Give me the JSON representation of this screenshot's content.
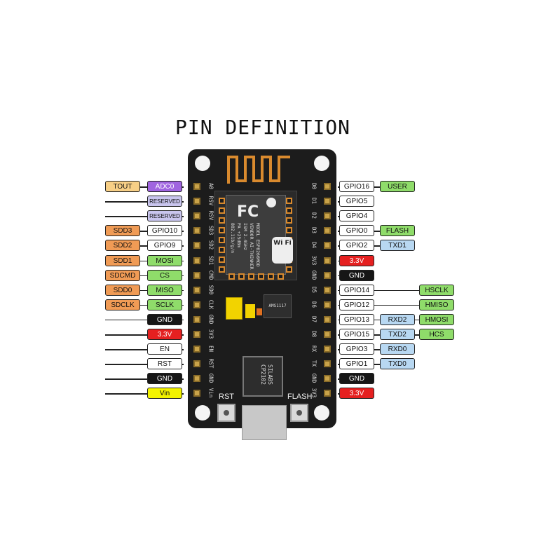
{
  "title": "PIN DEFINITION",
  "colors": {
    "purple": "#a064e0",
    "lavender": "#c9c5ee",
    "orange": "#f09b55",
    "light_orange": "#f7cf86",
    "green": "#8fdc6a",
    "white": "#ffffff",
    "black": "#161616",
    "red": "#e52020",
    "yellow": "#f3f300",
    "blue": "#b8d8f2"
  },
  "left_pins": [
    {
      "silk": "A0",
      "labels": [
        {
          "text": "ADC0",
          "color": "purple"
        }
      ],
      "outer": {
        "text": "TOUT",
        "color": "light_orange"
      }
    },
    {
      "silk": "RSV",
      "labels": [
        {
          "text": "RESERVED",
          "color": "lavender"
        }
      ]
    },
    {
      "silk": "RSV",
      "labels": [
        {
          "text": "RESERVED",
          "color": "lavender"
        }
      ]
    },
    {
      "silk": "SD3",
      "labels": [
        {
          "text": "GPIO10",
          "color": "white"
        }
      ],
      "outer": {
        "text": "SDD3",
        "color": "orange"
      }
    },
    {
      "silk": "SD2",
      "labels": [
        {
          "text": "GPIO9",
          "color": "white"
        }
      ],
      "outer": {
        "text": "SDD2",
        "color": "orange"
      }
    },
    {
      "silk": "SD1",
      "labels": [
        {
          "text": "MOSI",
          "color": "green"
        }
      ],
      "outer": {
        "text": "SDD1",
        "color": "orange"
      }
    },
    {
      "silk": "CMD",
      "labels": [
        {
          "text": "CS",
          "color": "green"
        }
      ],
      "outer": {
        "text": "SDCMD",
        "color": "orange"
      }
    },
    {
      "silk": "SD0",
      "labels": [
        {
          "text": "MISO",
          "color": "green"
        }
      ],
      "outer": {
        "text": "SDD0",
        "color": "orange"
      }
    },
    {
      "silk": "CLK",
      "labels": [
        {
          "text": "SCLK",
          "color": "green"
        }
      ],
      "outer": {
        "text": "SDCLK",
        "color": "orange"
      }
    },
    {
      "silk": "GND",
      "labels": [
        {
          "text": "GND",
          "color": "black"
        }
      ]
    },
    {
      "silk": "3V3",
      "labels": [
        {
          "text": "3.3V",
          "color": "red"
        }
      ]
    },
    {
      "silk": "EN",
      "labels": [
        {
          "text": "EN",
          "color": "white"
        }
      ]
    },
    {
      "silk": "RST",
      "labels": [
        {
          "text": "RST",
          "color": "white"
        }
      ]
    },
    {
      "silk": "GND",
      "labels": [
        {
          "text": "GND",
          "color": "black"
        }
      ]
    },
    {
      "silk": "Vin",
      "labels": [
        {
          "text": "Vin",
          "color": "yellow"
        }
      ]
    }
  ],
  "right_pins": [
    {
      "silk": "D0",
      "labels": [
        {
          "text": "GPIO16",
          "color": "white"
        },
        {
          "text": "USER",
          "color": "green"
        }
      ]
    },
    {
      "silk": "D1",
      "labels": [
        {
          "text": "GPIO5",
          "color": "white"
        }
      ]
    },
    {
      "silk": "D2",
      "labels": [
        {
          "text": "GPIO4",
          "color": "white"
        }
      ]
    },
    {
      "silk": "D3",
      "labels": [
        {
          "text": "GPIO0",
          "color": "white"
        },
        {
          "text": "FLASH",
          "color": "green"
        }
      ]
    },
    {
      "silk": "D4",
      "labels": [
        {
          "text": "GPIO2",
          "color": "white"
        },
        {
          "text": "TXD1",
          "color": "blue"
        }
      ]
    },
    {
      "silk": "3V3",
      "labels": [
        {
          "text": "3.3V",
          "color": "red"
        }
      ]
    },
    {
      "silk": "GND",
      "labels": [
        {
          "text": "GND",
          "color": "black"
        }
      ]
    },
    {
      "silk": "D5",
      "labels": [
        {
          "text": "GPIO14",
          "color": "white"
        }
      ],
      "outer": {
        "text": "HSCLK",
        "color": "green"
      }
    },
    {
      "silk": "D6",
      "labels": [
        {
          "text": "GPIO12",
          "color": "white"
        }
      ],
      "outer": {
        "text": "HMISO",
        "color": "green"
      }
    },
    {
      "silk": "D7",
      "labels": [
        {
          "text": "GPIO13",
          "color": "white"
        },
        {
          "text": "RXD2",
          "color": "blue"
        }
      ],
      "outer": {
        "text": "HMOSI",
        "color": "green"
      }
    },
    {
      "silk": "D8",
      "labels": [
        {
          "text": "GPIO15",
          "color": "white"
        },
        {
          "text": "TXD2",
          "color": "blue"
        }
      ],
      "outer": {
        "text": "HCS",
        "color": "green"
      }
    },
    {
      "silk": "RX",
      "labels": [
        {
          "text": "GPIO3",
          "color": "white"
        },
        {
          "text": "RXD0",
          "color": "blue"
        }
      ]
    },
    {
      "silk": "TX",
      "labels": [
        {
          "text": "GPIO1",
          "color": "white"
        },
        {
          "text": "TXD0",
          "color": "blue"
        }
      ]
    },
    {
      "silk": "GND",
      "labels": [
        {
          "text": "GND",
          "color": "black"
        }
      ]
    },
    {
      "silk": "3V3",
      "labels": [
        {
          "text": "3.3V",
          "color": "red"
        }
      ]
    }
  ],
  "board": {
    "rst_label": "RST",
    "flash_label": "FLASH",
    "module_lines": [
      "MODEL ESP8266MOD",
      "VENDOR AI-THINKER",
      "ISM 2.4GHz",
      "PA +25dBm",
      "802.11b/g/n"
    ],
    "fcc": "FC",
    "wifi": "Wi Fi",
    "usb_chip": [
      "SILABS",
      "CP2102"
    ],
    "regulator": "AMS1117"
  }
}
